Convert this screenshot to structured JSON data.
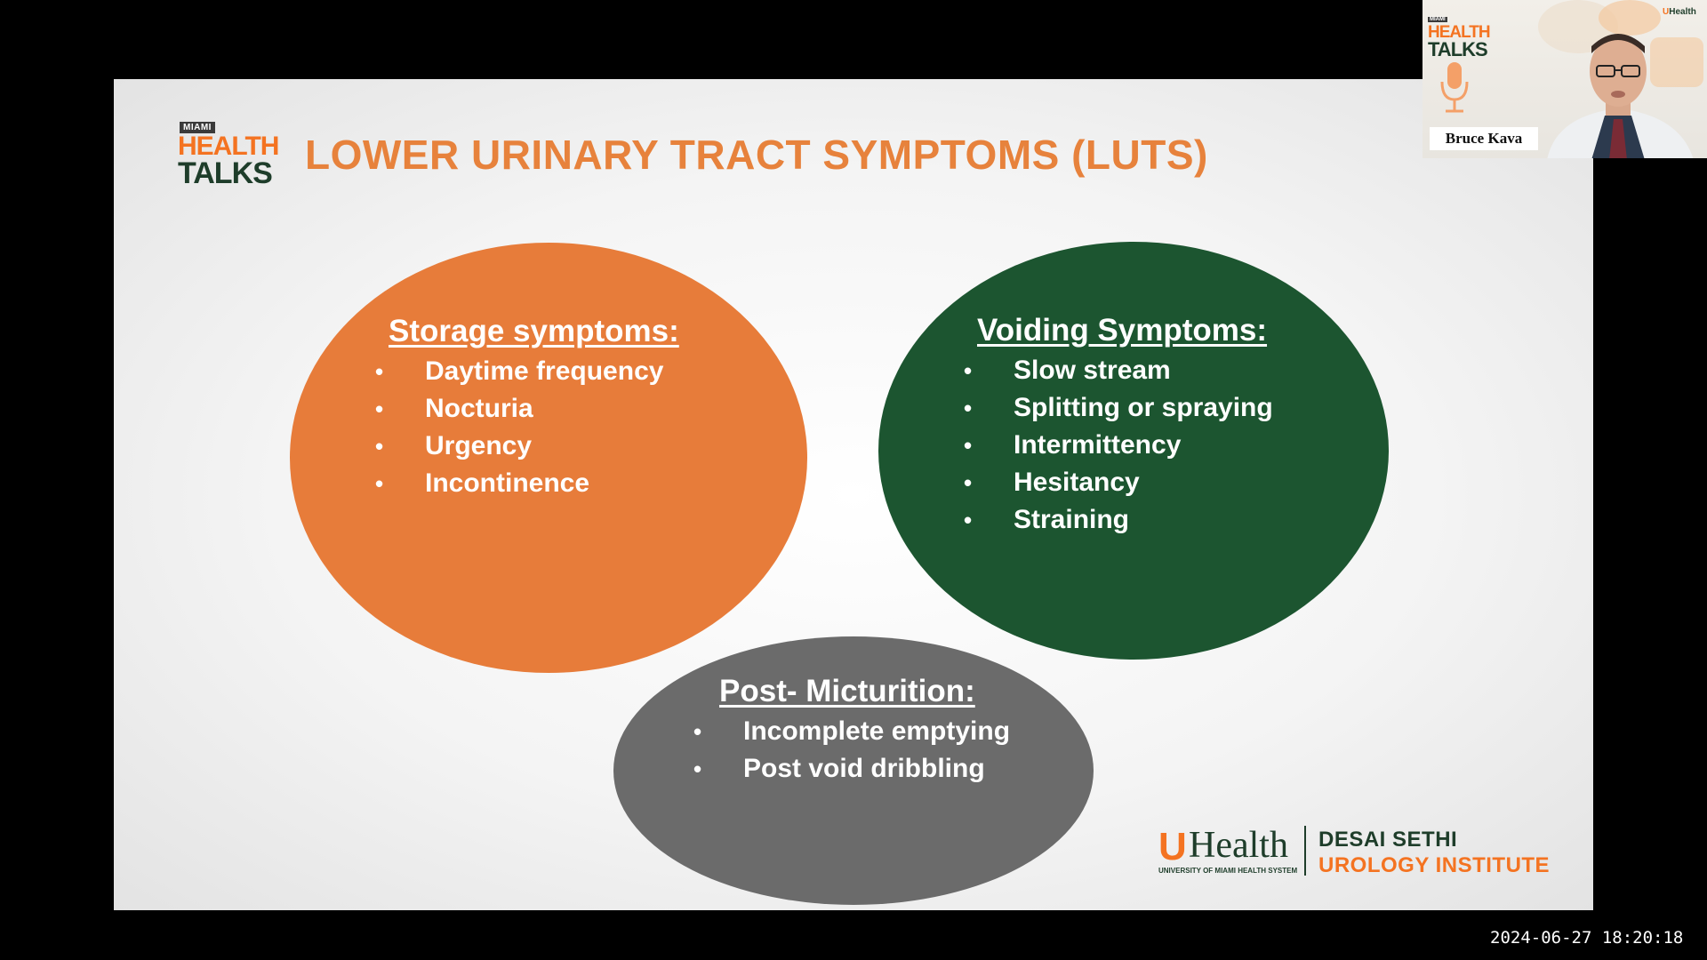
{
  "slide": {
    "logo": {
      "miami": "MIAMI",
      "health": "HEALTH",
      "talks": "TALKS"
    },
    "title": "LOWER URINARY TRACT SYMPTOMS (LUTS)",
    "storage": {
      "heading": "Storage symptoms:",
      "items": [
        "Daytime frequency",
        "Nocturia",
        "Urgency",
        "Incontinence"
      ],
      "color": "#e77c3a"
    },
    "voiding": {
      "heading": "Voiding Symptoms:",
      "items": [
        "Slow stream",
        "Splitting or spraying",
        "Intermittency",
        "Hesitancy",
        "Straining"
      ],
      "color": "#1c5530"
    },
    "post": {
      "heading": "Post- Micturition:",
      "items": [
        "Incomplete emptying",
        "Post void dribbling"
      ],
      "color": "#6b6b6b"
    },
    "footer": {
      "uhealth_u": "U",
      "uhealth_text": "Health",
      "uhealth_sub": "UNIVERSITY OF MIAMI HEALTH SYSTEM",
      "institute_line1": "DESAI SETHI",
      "institute_line2": "UROLOGY INSTITUTE"
    }
  },
  "video": {
    "logo": {
      "miami": "MIAMI",
      "health": "HEALTH",
      "talks": "TALKS"
    },
    "speaker_name": "Bruce Kava",
    "brand_u": "U",
    "brand_text": "Health"
  },
  "timestamp": "2024-06-27  18:20:18",
  "colors": {
    "accent_orange": "#f47321",
    "brand_green": "#1e3d2a",
    "title_orange": "#e7823c"
  }
}
